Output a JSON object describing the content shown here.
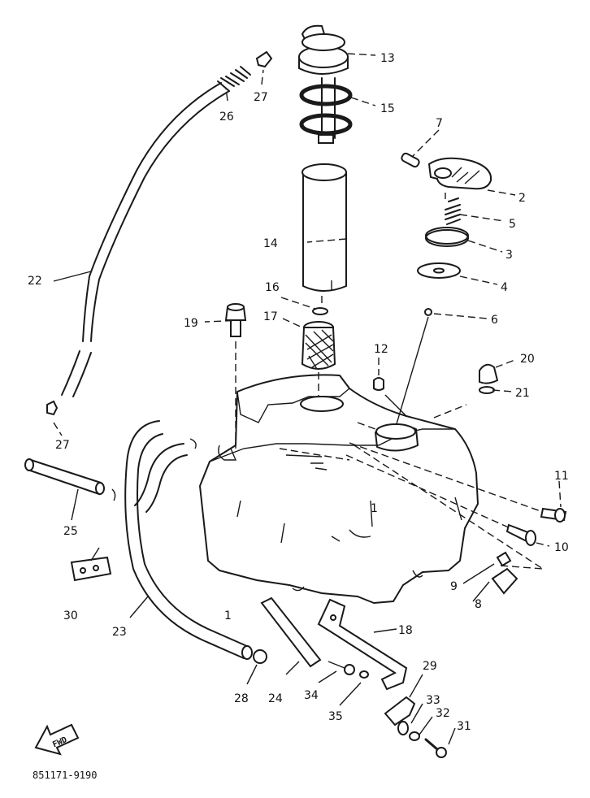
{
  "part_labels": {
    "p1": "1",
    "p1b": "1",
    "p2": "2",
    "p3": "3",
    "p4": "4",
    "p5": "5",
    "p6": "6",
    "p7": "7",
    "p8": "8",
    "p9": "9",
    "p10": "10",
    "p11": "11",
    "p12": "12",
    "p13": "13",
    "p14": "14",
    "p15": "15",
    "p16": "16",
    "p17": "17",
    "p18": "18",
    "p19": "19",
    "p20": "20",
    "p21": "21",
    "p22": "22",
    "p23": "23",
    "p24": "24",
    "p25": "25",
    "p26": "26",
    "p27a": "27",
    "p27b": "27",
    "p28": "28",
    "p29": "29",
    "p30": "30",
    "p31": "31",
    "p32": "32",
    "p33": "33",
    "p34": "34",
    "p35": "35"
  },
  "front_arrow_text": "FWD",
  "diagram_code": "851171-9190"
}
